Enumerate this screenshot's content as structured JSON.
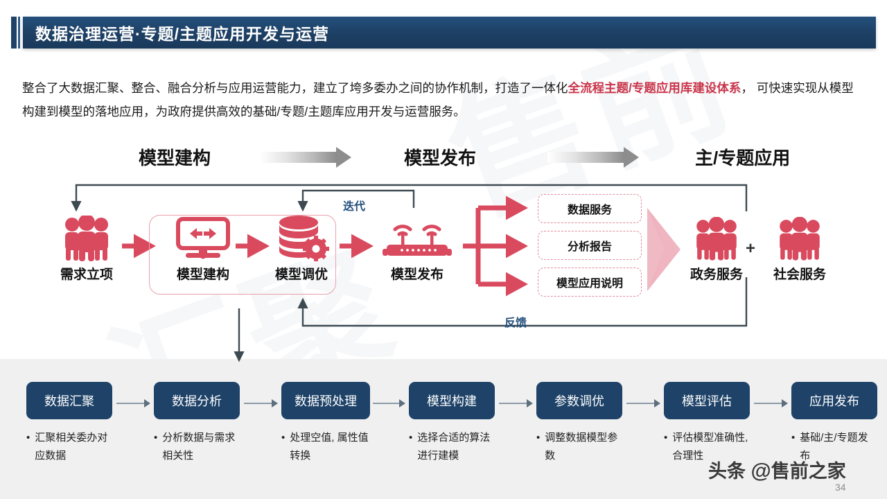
{
  "header": {
    "title": "数据治理运营·专题/主题应用开发与运营",
    "accent_color": "#1e4268"
  },
  "intro": {
    "seg1": "整合了大数据汇聚、整合、融合分析与应用运营能力，建立了垮多委办之间的协作机制，打造了一体化",
    "hl1": "全流程主题/专题应用库建设体系",
    "seg2": "，  可快速实现从模型构建到模型的落地应用，为政府提供高效的基础/专题/主题库应用开发与运营服务。",
    "highlight_color": "#c9354b"
  },
  "stages": [
    {
      "label": "模型建构"
    },
    {
      "label": "模型发布"
    },
    {
      "label": "主/专题应用"
    }
  ],
  "flow": {
    "nodes": [
      {
        "label": "需求立项",
        "icon": "people-group-icon"
      },
      {
        "label": "模型建构",
        "icon": "monitor-exchange-icon"
      },
      {
        "label": "模型调优",
        "icon": "database-gear-icon"
      },
      {
        "label": "模型发布",
        "icon": "router-wifi-icon"
      },
      {
        "label": "政务服务",
        "icon": "people-group-icon"
      },
      {
        "label": "社会服务",
        "icon": "people-group-icon"
      }
    ],
    "plus": "+",
    "outputs": [
      {
        "label": "数据服务"
      },
      {
        "label": "分析报告"
      },
      {
        "label": "模型应用说明"
      }
    ],
    "loop_labels": {
      "iteration": "迭代",
      "feedback": "反馈"
    },
    "accent_red": "#d94a5e",
    "loop_label_color": "#24507c"
  },
  "pipeline": {
    "steps": [
      {
        "title": "数据汇聚",
        "bullet": "汇聚相关委办对应数据"
      },
      {
        "title": "数据分析",
        "bullet": "分析数据与需求相关性"
      },
      {
        "title": "数据预处理",
        "bullet": "处理空值, 属性值转换"
      },
      {
        "title": "模型构建",
        "bullet": "选择合适的算法进行建模"
      },
      {
        "title": "参数调优",
        "bullet": "调整数据模型参数"
      },
      {
        "title": "模型评估",
        "bullet": "评估模型准确性, 合理性"
      },
      {
        "title": "应用发布",
        "bullet": "基础/主/专题发布"
      }
    ],
    "bullet_marker": "•",
    "chip_color": "#1e4268"
  },
  "watermark": {
    "big_text_1": "售前",
    "big_text_2": "汇聚",
    "bottom_text_prefix": "头条 ",
    "bottom_at": "@",
    "bottom_text_suffix": "售前之家",
    "page_number": "34"
  }
}
